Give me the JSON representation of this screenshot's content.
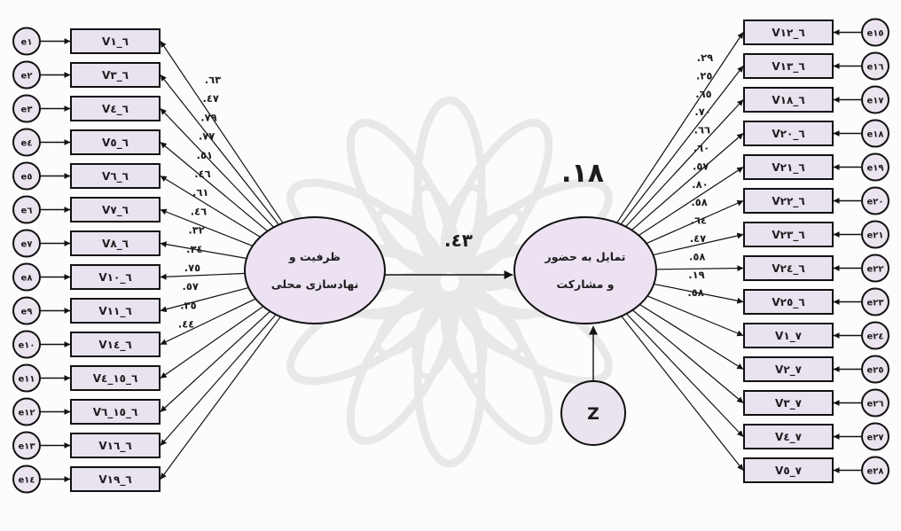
{
  "left_latent": {
    "lines": [
      "ظرفیت و",
      "نهادسازی محلی"
    ]
  },
  "right_latent": {
    "lines": [
      "تمایل به حضور",
      "و مشارکت"
    ]
  },
  "disturbance": "Z",
  "path_coefficient": ".٤٣",
  "r_squared": ".١٨",
  "left_indicators": [
    {
      "label": "V٦_١",
      "error": "e١",
      "loading": ".٦٣"
    },
    {
      "label": "V٦_٣",
      "error": "e٢",
      "loading": ".٤٧"
    },
    {
      "label": "V٦_٤",
      "error": "e٣",
      "loading": ".٧٩"
    },
    {
      "label": "V٦_٥",
      "error": "e٤",
      "loading": ".٧٧"
    },
    {
      "label": "V٦_٦",
      "error": "e٥",
      "loading": ".٥١"
    },
    {
      "label": "V٦_٧",
      "error": "e٦",
      "loading": ".٤٦"
    },
    {
      "label": "V٦_٨",
      "error": "e٧",
      "loading": ".٦١"
    },
    {
      "label": "V٦_١٠",
      "error": "e٨",
      "loading": ".٤٦"
    },
    {
      "label": "V٦_١١",
      "error": "e٩",
      "loading": ".٣٢"
    },
    {
      "label": "V٦_١٤",
      "error": "e١٠",
      "loading": ".٣٤"
    },
    {
      "label": "V٦_١٥_٤",
      "error": "e١١",
      "loading": ".٧٥"
    },
    {
      "label": "V٦_١٥_٦",
      "error": "e١٢",
      "loading": ".٥٧"
    },
    {
      "label": "V٦_١٦",
      "error": "e١٣",
      "loading": ".٣٥"
    },
    {
      "label": "V٦_١٩",
      "error": "e١٤",
      "loading": ".٤٤"
    }
  ],
  "right_indicators": [
    {
      "label": "V٦_١٢",
      "error": "e١٥",
      "loading": ".٢٩"
    },
    {
      "label": "V٦_١٣",
      "error": "e١٦",
      "loading": ".٢٥"
    },
    {
      "label": "V٦_١٨",
      "error": "e١٧",
      "loading": ".٦٥"
    },
    {
      "label": "V٦_٢٠",
      "error": "e١٨",
      "loading": ".٧٠"
    },
    {
      "label": "V٦_٢١",
      "error": "e١٩",
      "loading": ".٦٦"
    },
    {
      "label": "V٦_٢٢",
      "error": "e٢٠",
      "loading": ".٦٠"
    },
    {
      "label": "V٦_٢٣",
      "error": "e٢١",
      "loading": ".٥٧"
    },
    {
      "label": "V٦_٢٤",
      "error": "e٢٢",
      "loading": ".٨٠"
    },
    {
      "label": "V٦_٢٥",
      "error": "e٢٣",
      "loading": ".٥٨"
    },
    {
      "label": "V٧_١",
      "error": "e٢٤",
      "loading": ".٦٤"
    },
    {
      "label": "V٧_٢",
      "error": "e٢٥",
      "loading": ".٤٧"
    },
    {
      "label": "V٧_٣",
      "error": "e٢٦",
      "loading": ".٥٨"
    },
    {
      "label": "V٧_٤",
      "error": "e٢٧",
      "loading": ".١٩"
    },
    {
      "label": "V٧_٥",
      "error": "e٢٨",
      "loading": ".٥٨"
    }
  ],
  "colors": {
    "box_fill": "#e9e2ef",
    "ellipse_fill": "#ece2f2",
    "circle_fill": "#ebe4ef",
    "stroke": "#111111",
    "watermark": "#d9d9d9"
  }
}
